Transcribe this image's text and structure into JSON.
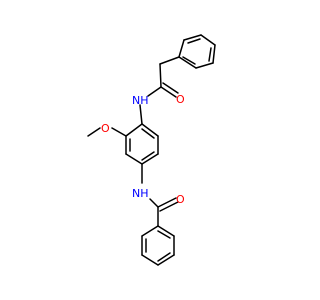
{
  "molecule": {
    "labels": {
      "nh_top": "NH",
      "o_top": "O",
      "o_methoxy": "O",
      "nh_bottom": "NH",
      "o_bottom": "O"
    },
    "colors": {
      "bond": "#000000",
      "nitrogen": "#0000ff",
      "oxygen": "#ff0000"
    }
  }
}
